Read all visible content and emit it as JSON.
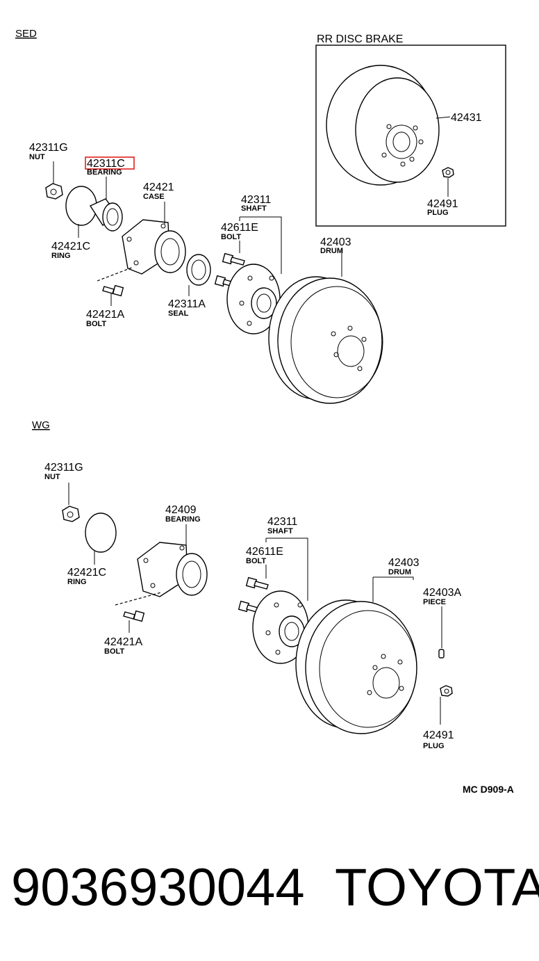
{
  "sections": {
    "sed": "SED",
    "wg": "WG",
    "rr_disc_brake": "RR DISC BRAKE"
  },
  "sed_parts": {
    "nut": {
      "number": "42311G",
      "name": "NUT"
    },
    "bearing": {
      "number": "42311C",
      "name": "BEARING"
    },
    "case": {
      "number": "42421",
      "name": "CASE"
    },
    "shaft": {
      "number": "42311",
      "name": "SHAFT"
    },
    "bolt_e": {
      "number": "42611E",
      "name": "BOLT"
    },
    "ring": {
      "number": "42421C",
      "name": "RING"
    },
    "drum": {
      "number": "42403",
      "name": "DRUM"
    },
    "seal": {
      "number": "42311A",
      "name": "SEAL"
    },
    "bolt_a": {
      "number": "42421A",
      "name": "BOLT"
    }
  },
  "disc_parts": {
    "disc": {
      "number": "42431"
    },
    "plug": {
      "number": "42491",
      "name": "PLUG"
    }
  },
  "wg_parts": {
    "nut": {
      "number": "42311G",
      "name": "NUT"
    },
    "bearing": {
      "number": "42409",
      "name": "BEARING"
    },
    "shaft": {
      "number": "42311",
      "name": "SHAFT"
    },
    "bolt_e": {
      "number": "42611E",
      "name": "BOLT"
    },
    "ring": {
      "number": "42421C",
      "name": "RING"
    },
    "drum": {
      "number": "42403",
      "name": "DRUM"
    },
    "piece": {
      "number": "42403A",
      "name": "PIECE"
    },
    "bolt_a": {
      "number": "42421A",
      "name": "BOLT"
    },
    "plug": {
      "number": "42491",
      "name": "PLUG"
    }
  },
  "diagram_code": "MC D909-A",
  "caption": {
    "part_number": "9036930044",
    "brand": "TOYOTA"
  },
  "highlight_color": "#e02020"
}
